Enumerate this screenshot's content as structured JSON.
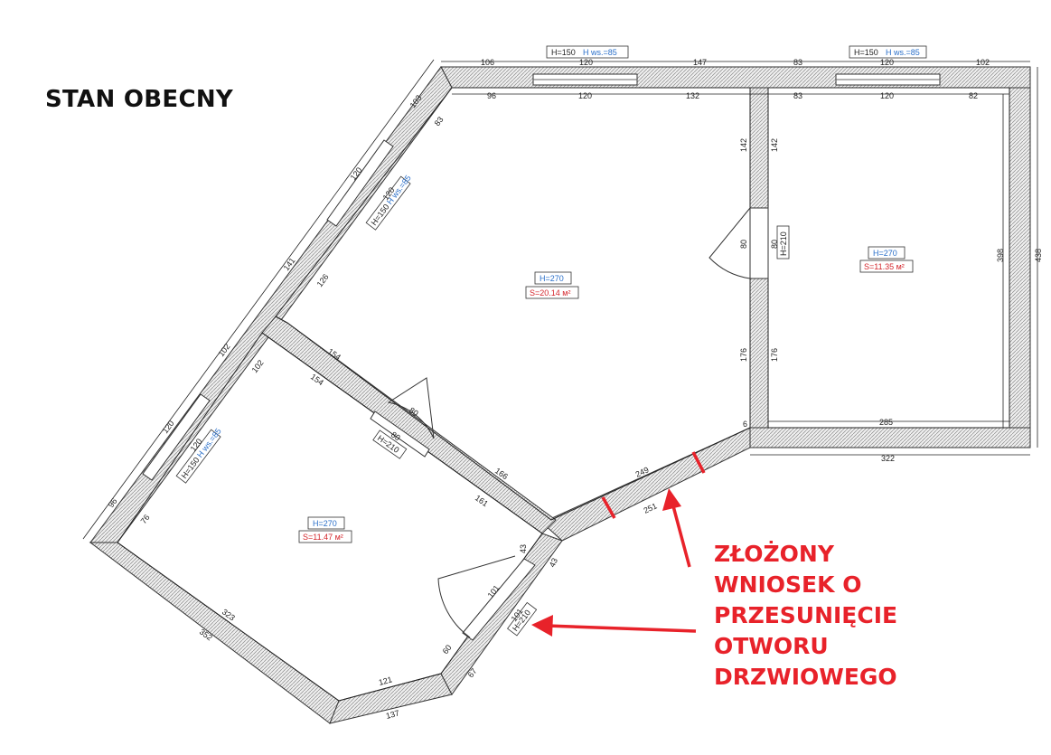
{
  "title": "STAN OBECNY",
  "note_lines": [
    "ZŁOŻONY",
    "WNIOSEK O",
    "PRZESUNIĘCIE",
    "OTWORU",
    "DRZWIOWEGO"
  ],
  "colors": {
    "accent": "#e8222a",
    "label_blue": "#2a6fc9",
    "area_red": "#d4262c",
    "wall": "#555555"
  },
  "rooms": {
    "big": {
      "height": "H=270",
      "area": "S=20.14 м²"
    },
    "right": {
      "height": "H=270",
      "area": "S=11.35 м²"
    },
    "lower": {
      "height": "H=270",
      "area": "S=11.47 м²"
    }
  },
  "windows": {
    "top_left": {
      "h": "H=150",
      "hws": "H ws.=85"
    },
    "top_right": {
      "h": "H=150",
      "hws": "H ws.=85"
    },
    "diag_top": {
      "h": "H=150",
      "hws": "H ws.=85"
    },
    "diag_low": {
      "h": "H=150",
      "hws": "H ws.=85"
    }
  },
  "doors": {
    "right_room": "H=210",
    "middle": "H=210",
    "lower_room": "H=210"
  },
  "dims": {
    "top_ext": [
      "106",
      "120",
      "147",
      "83",
      "120",
      "102"
    ],
    "top_int": [
      "96",
      "120",
      "132",
      "83",
      "120",
      "82"
    ],
    "right_ext": "438",
    "right_int": "398",
    "partition_upper": [
      "142",
      "142"
    ],
    "partition_door": [
      "80",
      "80"
    ],
    "partition_lower": [
      "176",
      "176"
    ],
    "small_6": "6",
    "bottom_int": "285",
    "bottom_ext": "322",
    "diag_ext": [
      "103",
      "120",
      "141",
      "102",
      "120",
      "96"
    ],
    "diag_int": [
      "83",
      "120",
      "126",
      "102",
      "120",
      "76"
    ],
    "inner_wall_top": [
      "154",
      "154"
    ],
    "inner_wall_door": [
      "80",
      "80"
    ],
    "inner_wall_low": [
      "166",
      "161"
    ],
    "connector": [
      "249",
      "251"
    ],
    "small_43": [
      "43",
      "43"
    ],
    "lower_door": [
      "101",
      "101"
    ],
    "lower_short": [
      "60",
      "67"
    ],
    "lower_bottom": [
      "121",
      "137"
    ],
    "lower_diag": [
      "323",
      "352"
    ]
  }
}
